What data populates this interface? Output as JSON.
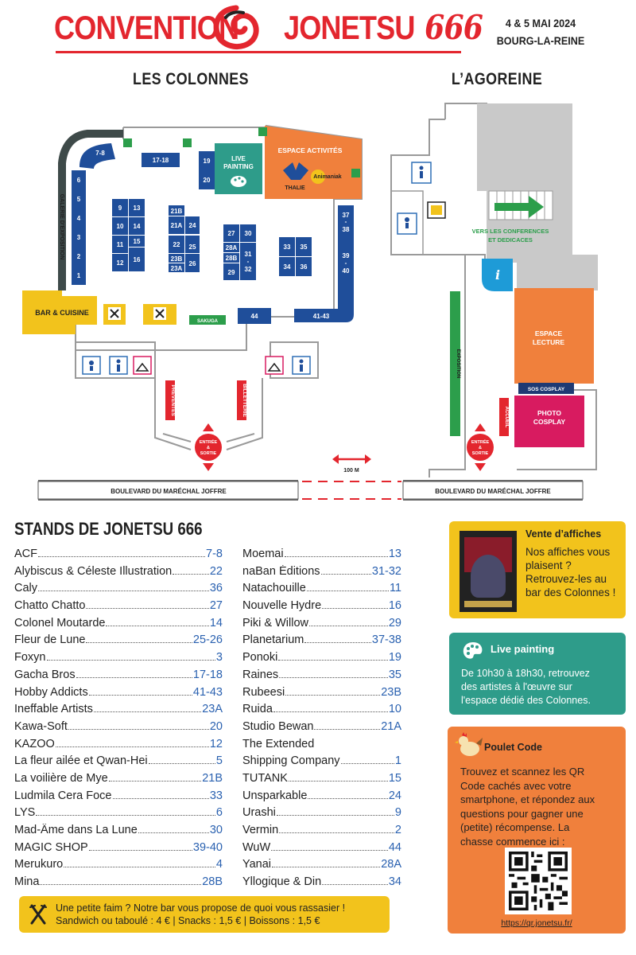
{
  "header": {
    "title_left": "CONVENTION",
    "title_right": "JONETSU",
    "title_number": "666",
    "date": "4 & 5 MAI 2024",
    "city": "BOURG-LA-REINE"
  },
  "venues": {
    "left": "LES COLONNES",
    "right": "L’AGOREINE"
  },
  "map": {
    "gallery": "GALERIE D'EXPOSITION",
    "live_painting": [
      "LIVE",
      "PAINTING"
    ],
    "activities": "ESPACE ACTIVITÉS",
    "thalie": "THALIE",
    "animaniak": "Animaniak",
    "bar": "BAR & CUISINE",
    "sakuga": "SAKUGA",
    "preventes": "PRÉVENTES",
    "billetterie": "BILLETTERIE",
    "entree": [
      "ENTRÉE",
      "&",
      "SORTIE"
    ],
    "distance": "100 M",
    "boulevard": "BOULEVARD DU MARÉCHAL JOFFRE",
    "conferences": [
      "VERS LES CONFERENCES",
      "ET DEDICACES"
    ],
    "exposition": "EXPOSITION",
    "espace_lecture": [
      "ESPACE",
      "LECTURE"
    ],
    "sos_cosplay": "SOS COSPLAY",
    "photo_cosplay": [
      "PHOTO",
      "COSPLAY"
    ],
    "accueil": "ACCUEIL",
    "info": "i",
    "stand_numbers": {
      "s7_8": "7-8",
      "s17_18": "17-18",
      "s19": "19",
      "s20": "20",
      "s6": "6",
      "s5": "5",
      "s4": "4",
      "s3": "3",
      "s2": "2",
      "s1": "1",
      "s9": "9",
      "s13": "13",
      "s10": "10",
      "s14": "14",
      "s11": "11",
      "s15": "15",
      "s12": "12",
      "s16": "16",
      "s21b": "21B",
      "s21a": "21A",
      "s24": "24",
      "s22": "22",
      "s25": "25",
      "s23b": "23B",
      "s23a": "23A",
      "s26": "26",
      "s27": "27",
      "s30": "30",
      "s28a": "28A",
      "s28b": "28B",
      "s31_32": [
        "31",
        "-",
        "32"
      ],
      "s29": "29",
      "s33": "33",
      "s35": "35",
      "s34": "34",
      "s36": "36",
      "s37_38": [
        "37",
        "-",
        "38"
      ],
      "s39_40": [
        "39",
        "-",
        "40"
      ],
      "s41_43": "41-43",
      "s44": "44"
    }
  },
  "stands": {
    "title": "STANDS DE JONETSU 666",
    "col1": [
      {
        "name": "ACF",
        "num": "7-8"
      },
      {
        "name": "Alybiscus & Céleste Illustration",
        "num": "22"
      },
      {
        "name": "Caly",
        "num": "36"
      },
      {
        "name": "Chatto Chatto",
        "num": "27"
      },
      {
        "name": "Colonel Moutarde",
        "num": "14"
      },
      {
        "name": "Fleur de Lune",
        "num": "25-26"
      },
      {
        "name": "Foxyn",
        "num": "3"
      },
      {
        "name": "Gacha Bros",
        "num": "17-18"
      },
      {
        "name": "Hobby Addicts",
        "num": "41-43"
      },
      {
        "name": "Ineffable Artists",
        "num": "23A"
      },
      {
        "name": "Kawa-Soft",
        "num": "20"
      },
      {
        "name": "KAZOO",
        "num": "12"
      },
      {
        "name": "La fleur ailée et Qwan-Hei",
        "num": "5"
      },
      {
        "name": "La voilière de Mye",
        "num": "21B"
      },
      {
        "name": "Ludmila Cera Foce",
        "num": "33"
      },
      {
        "name": "LYS",
        "num": "6"
      },
      {
        "name": "Mad-Âme dans La Lune",
        "num": "30"
      },
      {
        "name": "MAGIC SHOP",
        "num": "39-40"
      },
      {
        "name": "Merukuro",
        "num": "4"
      },
      {
        "name": "Mina",
        "num": "28B"
      }
    ],
    "col2": [
      {
        "name": "Moemai",
        "num": "13"
      },
      {
        "name": "naBan Éditions",
        "num": "31-32"
      },
      {
        "name": "Natachouille",
        "num": "11"
      },
      {
        "name": "Nouvelle Hydre",
        "num": "16"
      },
      {
        "name": "Piki & Willow",
        "num": "29"
      },
      {
        "name": "Planetarium",
        "num": "37-38"
      },
      {
        "name": "Ponoki",
        "num": "19"
      },
      {
        "name": "Raines",
        "num": "35"
      },
      {
        "name": "Rubeesi",
        "num": "23B"
      },
      {
        "name": "Ruida",
        "num": "10"
      },
      {
        "name": "Studio Bewan",
        "num": "21A"
      },
      {
        "name": "The Extended",
        "name2": "Shipping Company",
        "num": "1"
      },
      {
        "name": "TUTANK",
        "num": "15"
      },
      {
        "name": "Unsparkable",
        "num": "24"
      },
      {
        "name": "Urashi",
        "num": "9"
      },
      {
        "name": "Vermin",
        "num": "2"
      },
      {
        "name": "WuW",
        "num": "44"
      },
      {
        "name": "Yanai",
        "num": "28A"
      },
      {
        "name": "Yllogique & Din",
        "num": "34"
      }
    ]
  },
  "cards": {
    "affiches": {
      "title": "Vente d’affiches",
      "body": [
        "Nos affiches vous",
        "plaisent ?",
        "Retrouvez-les au",
        "bar des Colonnes !"
      ]
    },
    "live": {
      "title": "Live painting",
      "body": [
        "De 10h30 à 18h30, retrouvez",
        "des artistes à l'œuvre sur",
        "l'espace dédié des Colonnes."
      ]
    },
    "poulet": {
      "title": "Poulet Code",
      "body": [
        "Trouvez et scannez les QR",
        "Code cachés avec votre",
        "smartphone, et répondez aux",
        "questions pour gagner une",
        "(petite) récompense. La",
        "chasse commence ici :"
      ],
      "url": "https://qr.jonetsu.fr/"
    }
  },
  "food": {
    "line1": "Une petite faim ? Notre bar vous propose de quoi vous rassasier !",
    "line2": "Sandwich ou taboulé : 4 € | Snacks : 1,5 € | Boissons : 1,5 €"
  },
  "colors": {
    "red": "#e3262e",
    "blue": "#1f4e9a",
    "teal": "#2e9c8a",
    "orange": "#f0803c",
    "yellow": "#f2c31c",
    "green": "#2c9e4b",
    "magenta": "#d81b60"
  }
}
